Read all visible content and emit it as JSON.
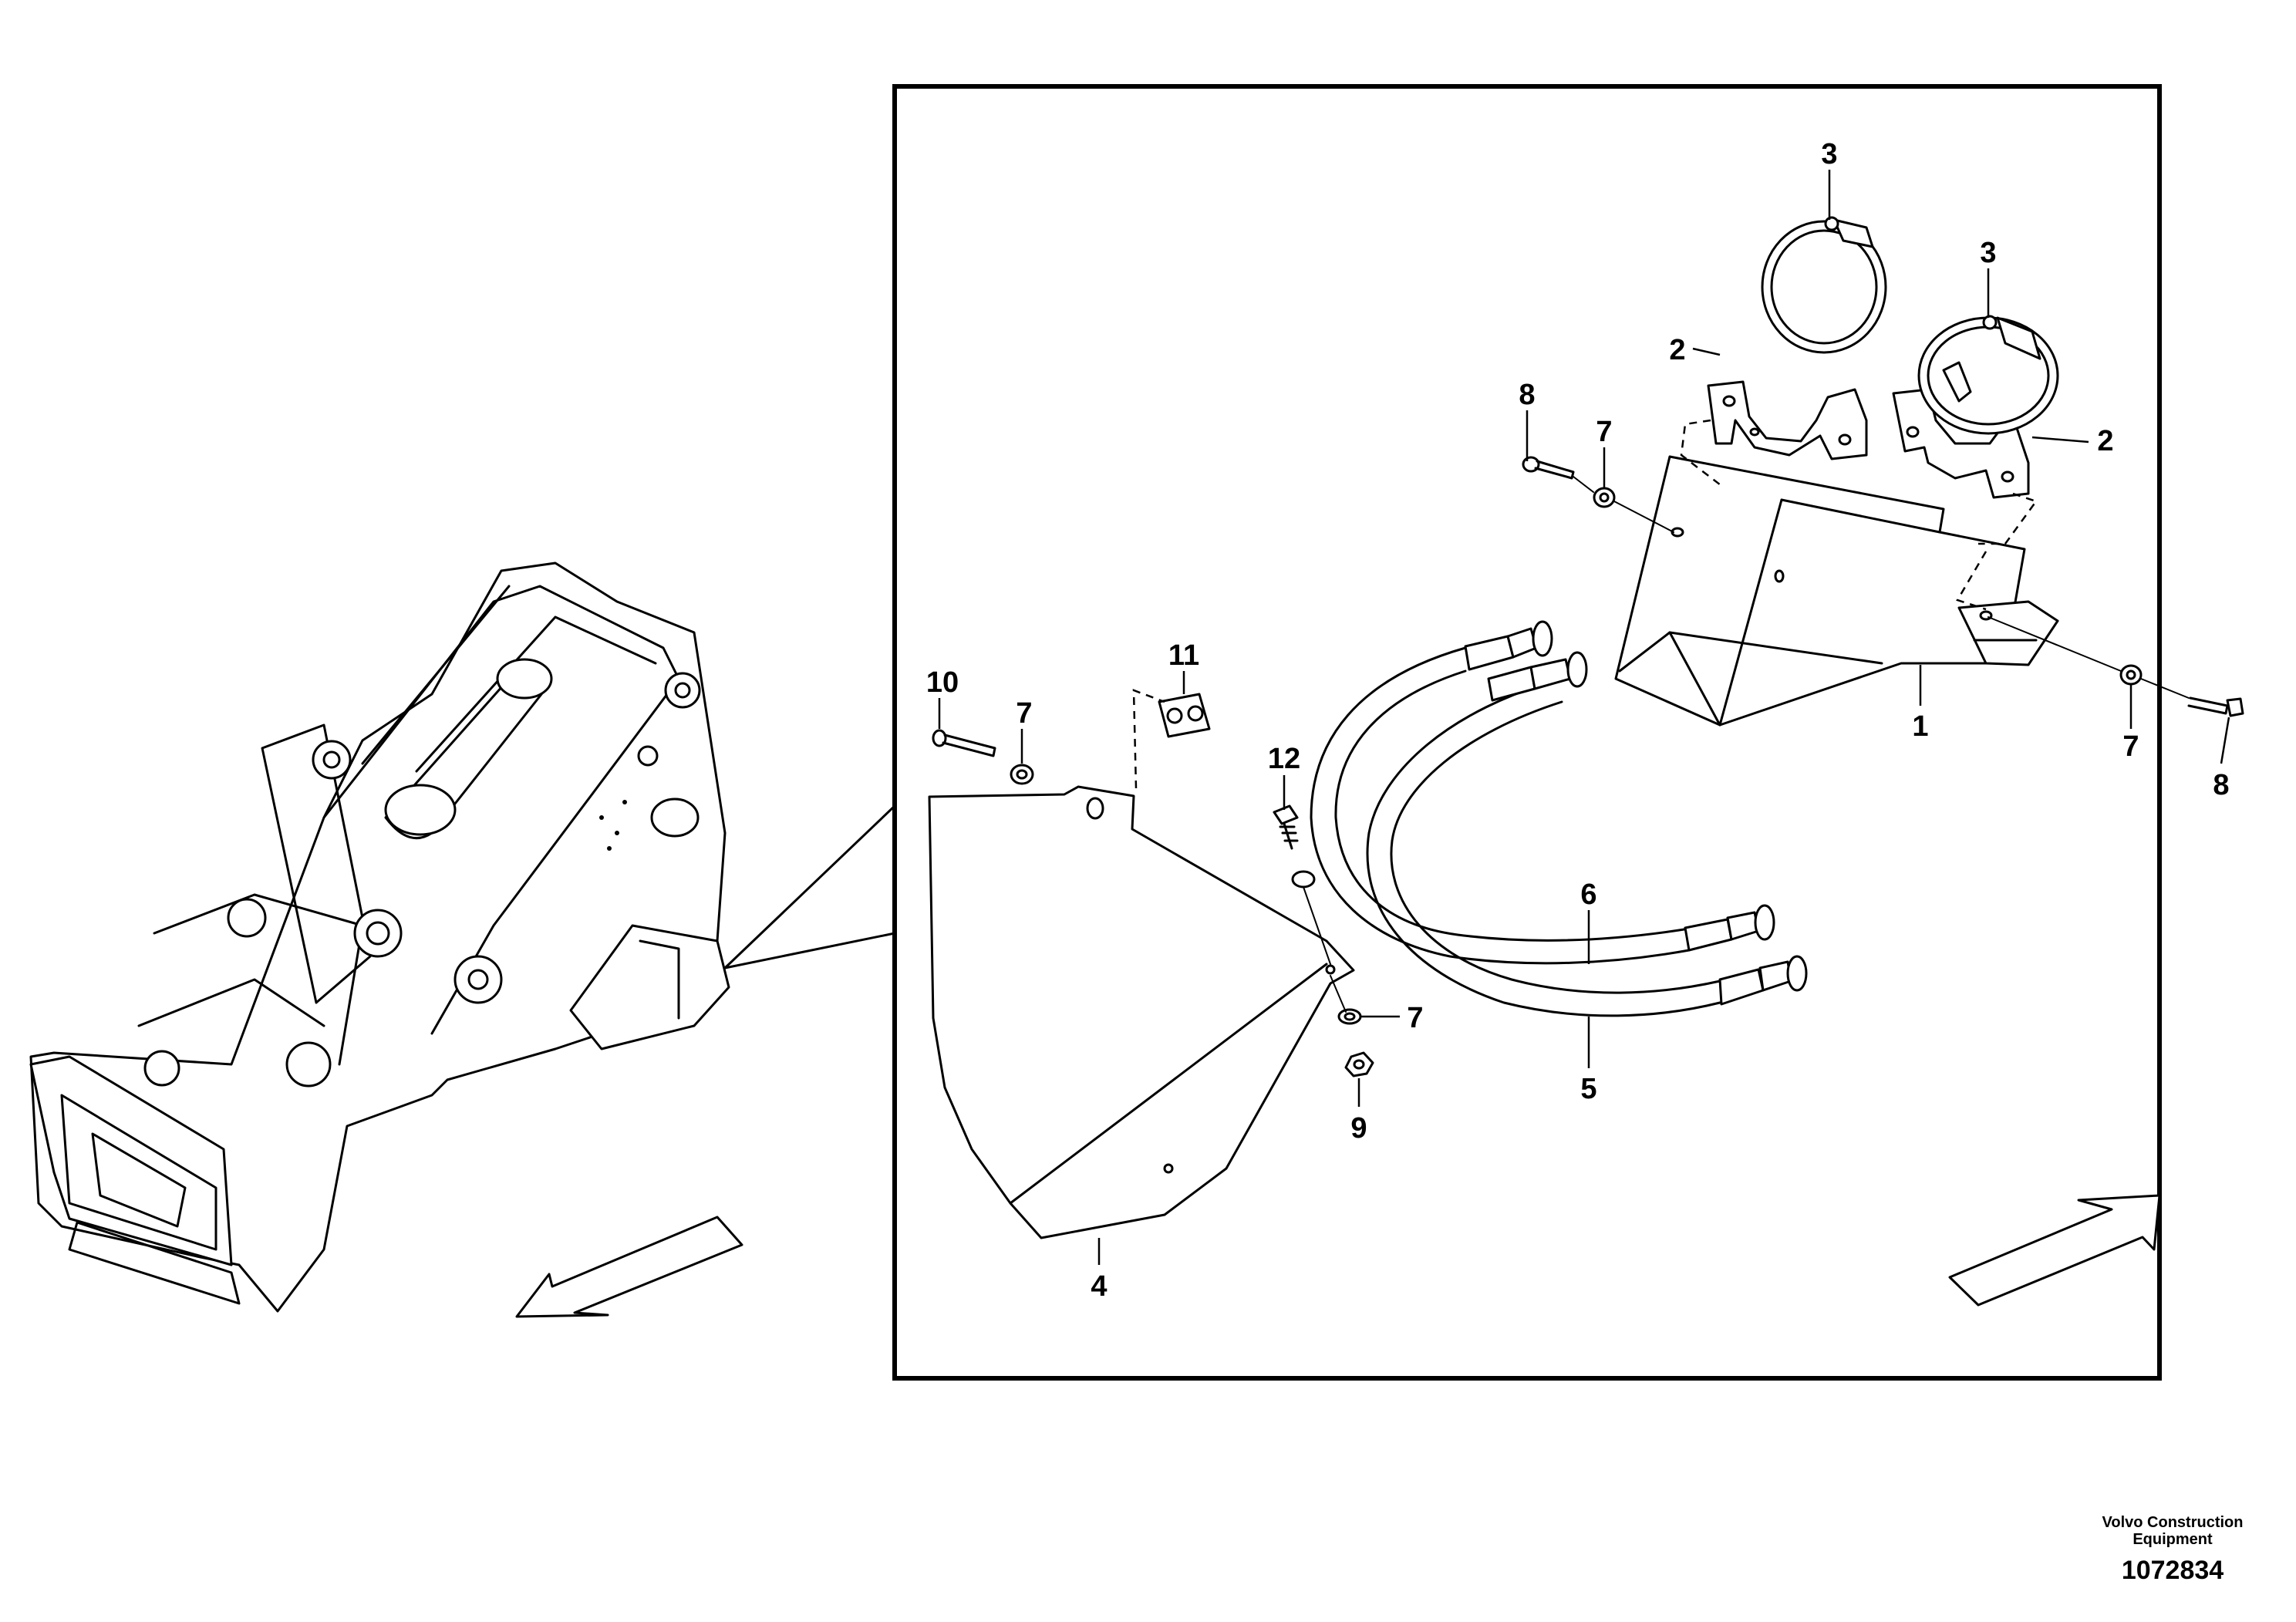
{
  "callouts": {
    "c1": "1",
    "c2a": "2",
    "c2b": "2",
    "c3a": "3",
    "c3b": "3",
    "c4": "4",
    "c5": "5",
    "c6": "6",
    "c7a": "7",
    "c7b": "7",
    "c7c": "7",
    "c7d": "7",
    "c8a": "8",
    "c8b": "8",
    "c9": "9",
    "c10": "10",
    "c11": "11",
    "c12": "12"
  },
  "footer": {
    "brand_line1": "Volvo Construction",
    "brand_line2": "Equipment",
    "doc_number": "1072834"
  }
}
